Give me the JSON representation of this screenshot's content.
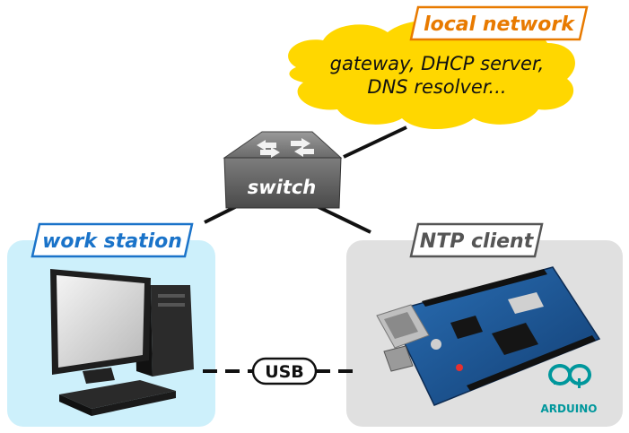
{
  "network": {
    "label": "local network",
    "services_line1": "gateway, DHCP server,",
    "services_line2": "DNS resolver..."
  },
  "switch": {
    "label": "switch"
  },
  "workstation": {
    "label": "work station"
  },
  "client": {
    "label": "NTP client"
  },
  "link": {
    "label": "USB"
  },
  "arduino": {
    "logo_text": "ARDUINO"
  },
  "colors": {
    "cloud": "#ffd700",
    "network_label": "#e87a00",
    "workstation_label": "#1a73c9",
    "client_label": "#555555",
    "workstation_bg": "#cdf0fb",
    "client_bg": "#e0e0e0",
    "arduino_teal": "#00979c"
  }
}
